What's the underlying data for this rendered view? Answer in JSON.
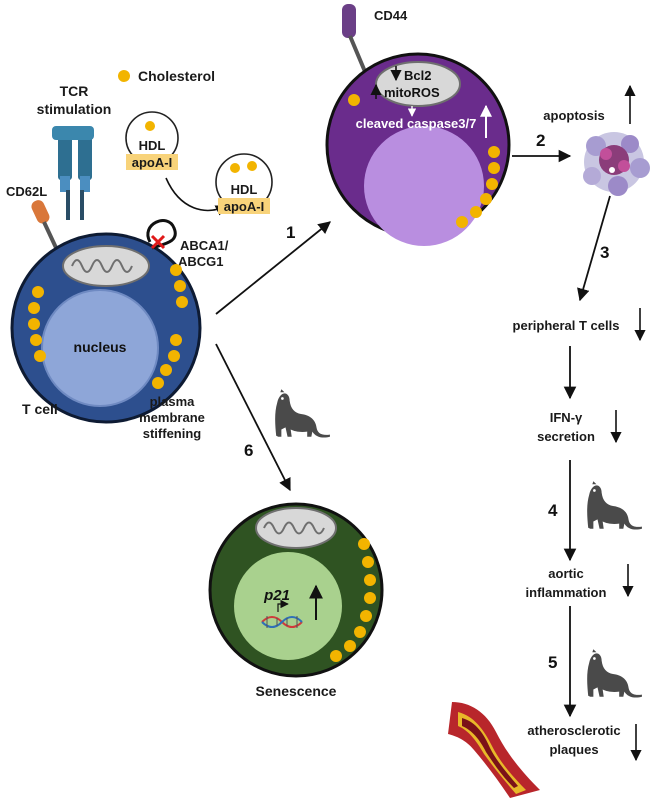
{
  "legend": {
    "cholesterol": "Cholesterol"
  },
  "tcell": {
    "tcr_line1": "TCR",
    "tcr_line2": "stimulation",
    "cd62l": "CD62L",
    "abca_line1": "ABCA1/",
    "abca_line2": "ABCG1",
    "nucleus": "nucleus",
    "name": "T cell",
    "membrane_line1": "plasma",
    "membrane_line2": "membrane",
    "membrane_line3": "stiffening"
  },
  "hdl": {
    "label": "HDL",
    "apoa": "apoA-I"
  },
  "activated_cell": {
    "cd44": "CD44",
    "bcl2": "Bcl2",
    "mitoros": "mitoROS",
    "caspase": "cleaved caspase3/7"
  },
  "senescent_cell": {
    "p21": "p21",
    "name": "Senescence"
  },
  "steps": [
    "1",
    "2",
    "3",
    "4",
    "5",
    "6"
  ],
  "cascade": {
    "apoptosis": "apoptosis",
    "peripheral": "peripheral T cells",
    "ifn_line1": "IFN-γ",
    "ifn_line2": "secretion",
    "aortic_line1": "aortic",
    "aortic_line2": "inflammation",
    "athero_line1": "atherosclerotic",
    "athero_line2": "plaques"
  },
  "colors": {
    "tcell_cytoplasm": "#2d4f8e",
    "tcell_nucleus": "#8ea6d8",
    "activated_cytoplasm": "#6a2c8c",
    "activated_nucleus": "#b98ee0",
    "senescent_cytoplasm": "#2f5322",
    "senescent_nucleus": "#a9d18e",
    "cholesterol": "#f2b400",
    "apoa_highlight": "#f8d37a",
    "tcr": "#2e6f91",
    "cd62l": "#d9773a",
    "cd44": "#6b3f87"
  }
}
